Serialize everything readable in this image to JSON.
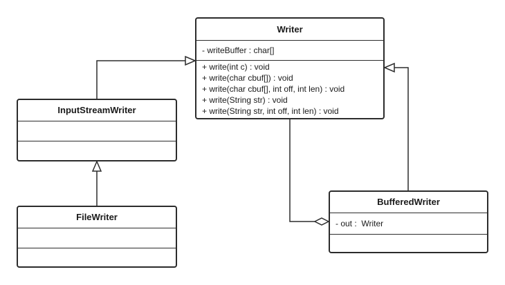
{
  "diagram": {
    "classes": {
      "writer": {
        "name": "Writer",
        "attributes": [
          "- writeBuffer : char[]"
        ],
        "operations": [
          "+ write(int c) : void",
          "+ write(char cbuf[]) : void",
          "+ write(char cbuf[], int off, int len) : void",
          "+ write(String str) : void",
          "+ write(String str, int off, int len) : void"
        ]
      },
      "input_stream_writer": {
        "name": "InputStreamWriter",
        "attributes": [],
        "operations": []
      },
      "file_writer": {
        "name": "FileWriter",
        "attributes": [],
        "operations": []
      },
      "buffered_writer": {
        "name": "BufferedWriter",
        "attributes": [
          "- out :  Writer"
        ],
        "operations": []
      }
    },
    "relations": [
      {
        "type": "generalization",
        "from": "InputStreamWriter",
        "to": "Writer"
      },
      {
        "type": "generalization",
        "from": "FileWriter",
        "to": "InputStreamWriter"
      },
      {
        "type": "generalization",
        "from": "BufferedWriter",
        "to": "Writer"
      },
      {
        "type": "aggregation",
        "whole": "BufferedWriter",
        "part": "Writer"
      }
    ]
  }
}
